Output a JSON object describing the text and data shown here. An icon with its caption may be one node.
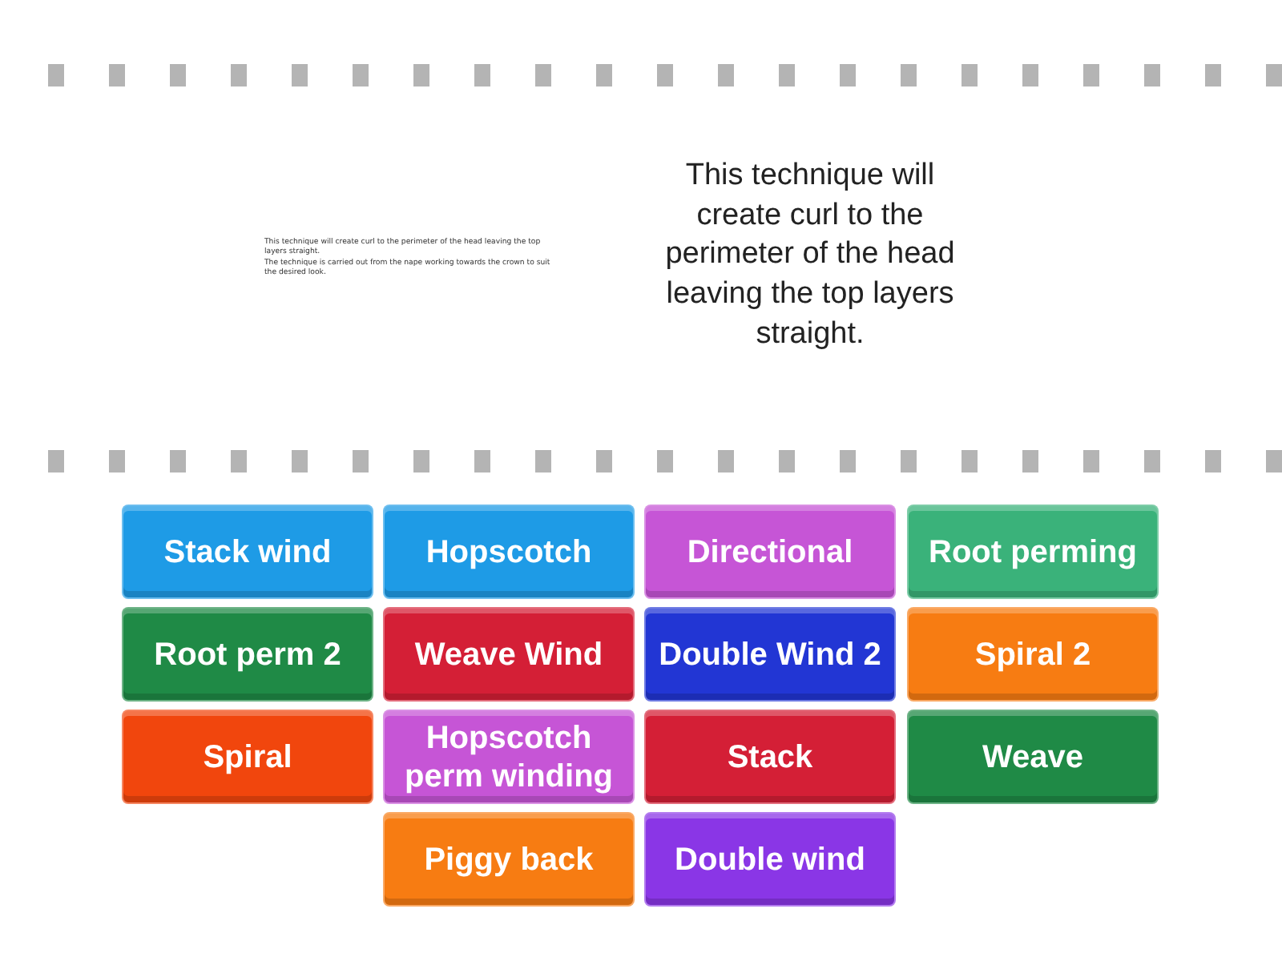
{
  "diagram": {
    "nodes": [
      {
        "text": [
          "Stack wind"
        ]
      },
      {
        "text": [
          "Hopscotch"
        ]
      },
      {
        "text": [
          "Directional"
        ]
      },
      {
        "text": [
          "Root perming"
        ]
      },
      {
        "text": [
          "Root perm 2"
        ]
      },
      {
        "text": [
          "Weave Wind"
        ]
      },
      {
        "text": [
          "Double Wind 2"
        ]
      },
      {
        "text": [
          "Spiral 2"
        ]
      },
      {
        "text": [
          "Spiral"
        ]
      },
      {
        "text": [
          "Hopscotch perm winding"
        ]
      },
      {
        "text": [
          "Stack"
        ]
      },
      {
        "text": [
          "Weave"
        ]
      },
      {
        "text": [
          "Piggy back"
        ]
      },
      {
        "text": [
          "Double wind"
        ]
      }
    ],
    "labels": [
      "This technique will create curl to the perimeter of the head leaving the top layers straight.",
      "The technique is carried out from the nape working towards the crown to suit the desired look.",
      "This technique will create curl to the perimeter of the head leaving the top layers straight."
    ]
  }
}
